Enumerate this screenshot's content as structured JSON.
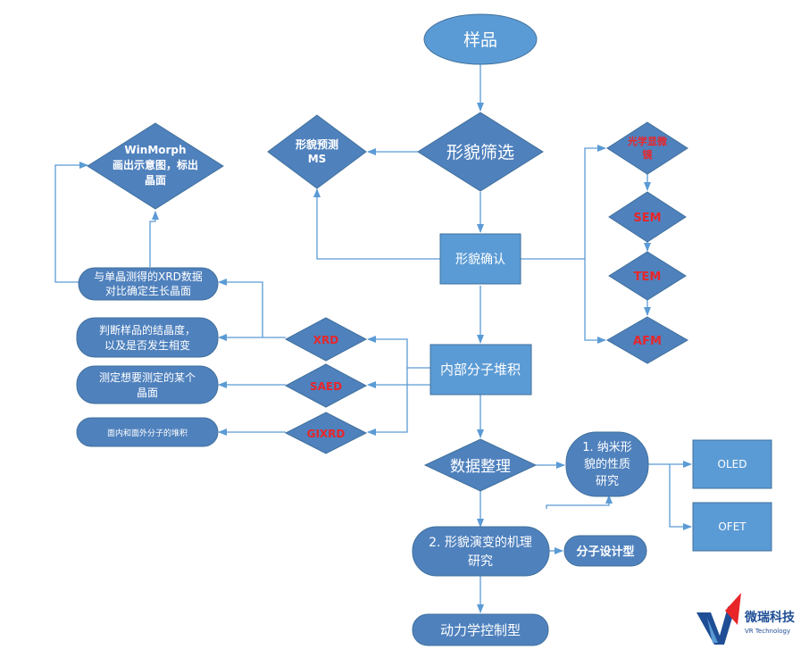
{
  "nodes": {
    "sample": "样品",
    "morph_screen": "形貌筛选",
    "morph_predict": [
      "形貌预测",
      "MS"
    ],
    "winmorph": [
      "WinMorph",
      "画出示意图，标出",
      "晶面"
    ],
    "optical": [
      "光学显微",
      "镜"
    ],
    "sem": "SEM",
    "tem": "TEM",
    "afm": "AFM",
    "morph_confirm": "形貌确认",
    "xrd_compare": [
      "与单晶测得的XRD数据",
      "对比确定生长晶面"
    ],
    "crystallinity": [
      "判断样品的结晶度，",
      "以及是否发生相变"
    ],
    "measure_face": [
      "测定想要测定的某个",
      "晶面"
    ],
    "stacking_in_out": "面内和面外分子的堆积",
    "xrd": "XRD",
    "saed": "SAED",
    "gixrd": "GIXRD",
    "molecular_stacking": "内部分子堆积",
    "data_arrange": "数据整理",
    "nano_property": [
      "1. 纳米形",
      "貌的性质",
      "研究"
    ],
    "oled": "OLED",
    "ofet": "OFET",
    "evolution": [
      "2. 形貌演变的机理",
      "研究"
    ],
    "mol_design": "分子设计型",
    "kinetic": "动力学控制型"
  },
  "logo": {
    "name": "微瑞科技",
    "sub": "VR Technology"
  },
  "colors": {
    "node_fill": "#4f81bd",
    "node_fill_light": "#5b9bd5",
    "connector": "#5b9bd5",
    "highlight_text": "#e8262a"
  }
}
